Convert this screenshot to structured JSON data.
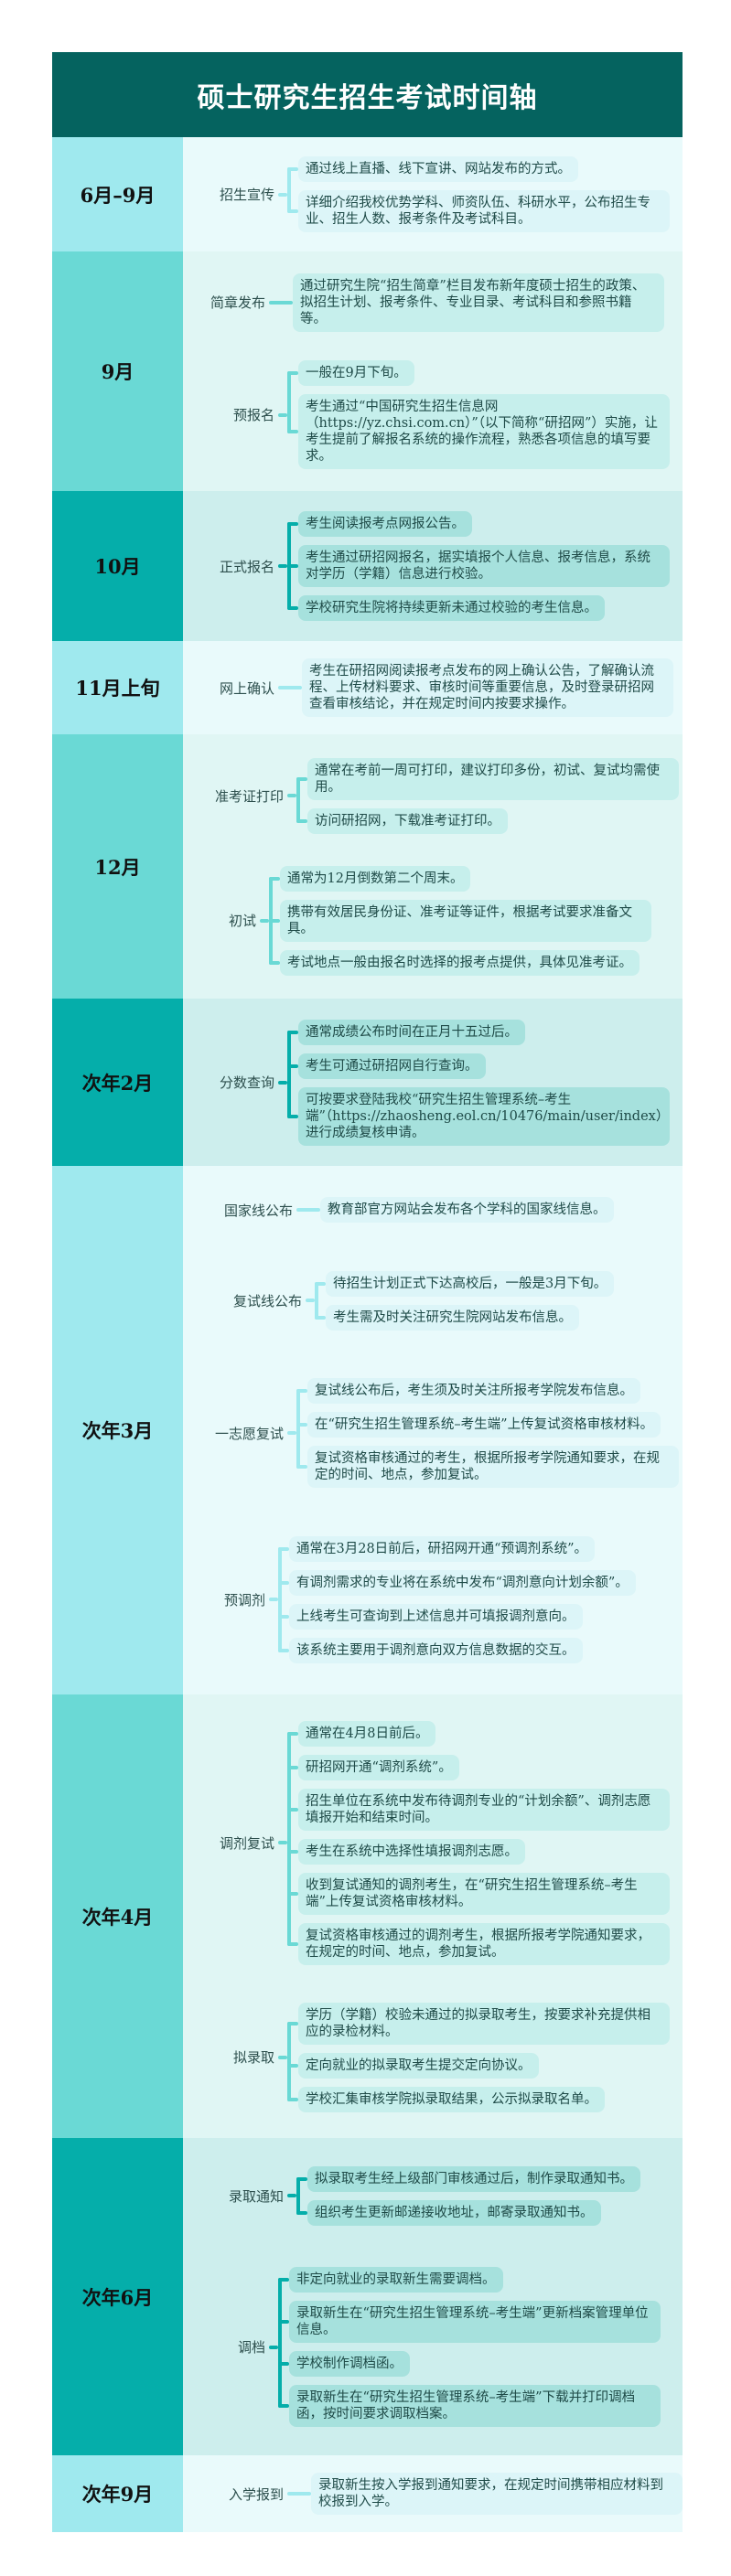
{
  "title": "硕士研究生招生考试时间轴",
  "colors": {
    "header": "#05635f",
    "light": "#9fe9ee",
    "medium": "#6ad9d5",
    "dark": "#05aeaa"
  },
  "rows": [
    {
      "month": "6月–9月",
      "tone": "light",
      "groups": [
        {
          "label": "招生宣传",
          "items": [
            "通过线上直播、线下宣讲、网站发布的方式。",
            "详细介绍我校优势学科、师资队伍、科研水平，公布招生专业、招生人数、报考条件及考试科目。"
          ]
        }
      ]
    },
    {
      "month": "9月",
      "tone": "medium",
      "groups": [
        {
          "label": "简章发布",
          "items": [
            "通过研究生院“招生简章”栏目发布新年度硕士招生的政策、拟招生计划、报考条件、专业目录、考试科目和参照书籍等。"
          ]
        },
        {
          "label": "预报名",
          "items": [
            "一般在9月下旬。",
            "考生通过“中国研究生招生信息网（https://yz.chsi.com.cn）”（以下简称“研招网”）实施，让考生提前了解报名系统的操作流程，熟悉各项信息的填写要求。"
          ]
        }
      ]
    },
    {
      "month": "10月",
      "tone": "dark",
      "groups": [
        {
          "label": "正式报名",
          "items": [
            "考生阅读报考点网报公告。",
            "考生通过研招网报名，据实填报个人信息、报考信息，系统对学历（学籍）信息进行校验。",
            "学校研究生院将持续更新未通过校验的考生信息。"
          ]
        }
      ]
    },
    {
      "month": "11月上旬",
      "tone": "light",
      "groups": [
        {
          "label": "网上确认",
          "items": [
            "考生在研招网阅读报考点发布的网上确认公告，了解确认流程、上传材料要求、审核时间等重要信息，及时登录研招网查看审核结论，并在规定时间内按要求操作。"
          ]
        }
      ]
    },
    {
      "month": "12月",
      "tone": "medium",
      "groups": [
        {
          "label": "准考证打印",
          "items": [
            "通常在考前一周可打印，建议打印多份，初试、复试均需使用。",
            "访问研招网，下载准考证打印。"
          ]
        },
        {
          "label": "初试",
          "items": [
            "通常为12月倒数第二个周末。",
            "携带有效居民身份证、准考证等证件，根据考试要求准备文具。",
            "考试地点一般由报名时选择的报考点提供，具体见准考证。"
          ]
        }
      ]
    },
    {
      "month": "次年2月",
      "tone": "dark",
      "groups": [
        {
          "label": "分数查询",
          "items": [
            "通常成绩公布时间在正月十五过后。",
            "考生可通过研招网自行查询。",
            "可按要求登陆我校“研究生招生管理系统–考生端”（https://zhaosheng.eol.cn/10476/main/user/index）进行成绩复核申请。"
          ]
        }
      ]
    },
    {
      "month": "次年3月",
      "tone": "light",
      "groups": [
        {
          "label": "国家线公布",
          "items": [
            "教育部官方网站会发布各个学科的国家线信息。"
          ]
        },
        {
          "label": "复试线公布",
          "items": [
            "待招生计划正式下达高校后，一般是3月下旬。",
            "考生需及时关注研究生院网站发布信息。"
          ]
        },
        {
          "label": "一志愿复试",
          "items": [
            "复试线公布后，考生须及时关注所报考学院发布信息。",
            "在“研究生招生管理系统–考生端”上传复试资格审核材料。",
            "复试资格审核通过的考生，根据所报考学院通知要求，在规定的时间、地点，参加复试。"
          ]
        },
        {
          "label": "预调剂",
          "items": [
            "通常在3月28日前后，研招网开通“预调剂系统”。",
            "有调剂需求的专业将在系统中发布“调剂意向计划余额”。",
            "上线考生可查询到上述信息并可填报调剂意向。",
            "该系统主要用于调剂意向双方信息数据的交互。"
          ]
        }
      ]
    },
    {
      "month": "次年4月",
      "tone": "medium",
      "groups": [
        {
          "label": "调剂复试",
          "items": [
            "通常在4月8日前后。",
            "研招网开通“调剂系统”。",
            "招生单位在系统中发布待调剂专业的“计划余额”、调剂志愿填报开始和结束时间。",
            "考生在系统中选择性填报调剂志愿。",
            "收到复试通知的调剂考生，在“研究生招生管理系统–考生端”上传复试资格审核材料。",
            "复试资格审核通过的调剂考生，根据所报考学院通知要求，在规定的时间、地点，参加复试。"
          ]
        },
        {
          "label": "拟录取",
          "items": [
            "学历（学籍）校验未通过的拟录取考生，按要求补充提供相应的录检材料。",
            "定向就业的拟录取考生提交定向协议。",
            "学校汇集审核学院拟录取结果，公示拟录取名单。"
          ]
        }
      ]
    },
    {
      "month": "次年6月",
      "tone": "dark",
      "groups": [
        {
          "label": "录取通知",
          "items": [
            "拟录取考生经上级部门审核通过后，制作录取通知书。",
            "组织考生更新邮递接收地址，邮寄录取通知书。"
          ]
        },
        {
          "label": "调档",
          "items": [
            "非定向就业的录取新生需要调档。",
            "录取新生在“研究生招生管理系统–考生端”更新档案管理单位信息。",
            "学校制作调档函。",
            "录取新生在“研究生招生管理系统–考生端”下载并打印调档函，按时间要求调取档案。"
          ]
        }
      ]
    },
    {
      "month": "次年9月",
      "tone": "light",
      "groups": [
        {
          "label": "入学报到",
          "items": [
            "录取新生按入学报到通知要求，在规定时间携带相应材料到校报到入学。"
          ]
        }
      ]
    }
  ]
}
